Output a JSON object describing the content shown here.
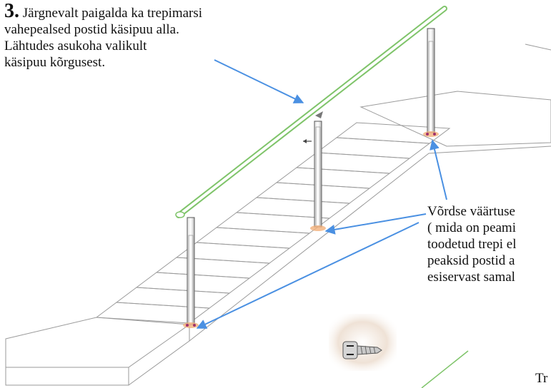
{
  "instruction": {
    "step_number": "3.",
    "lines": [
      "Järgnevalt paigalda ka trepimarsi",
      "vahepealsed postid käsipuu alla.",
      "Lähtudes asukoha valikult",
      "käsipuu kõrgusest."
    ]
  },
  "right_note": {
    "lines": [
      "Võrdse väärtuse",
      "( mida on peami",
      "toodetud trepi el",
      "peaksid postid a",
      "esiservast samal"
    ]
  },
  "bottom_note": "Tr",
  "colors": {
    "arrow": "#4a90e2",
    "handrail": "#7fc46a",
    "stair_lines": "#9a9a9a",
    "post_base": "#f2b07a"
  },
  "icons": [
    "screw-icon"
  ]
}
